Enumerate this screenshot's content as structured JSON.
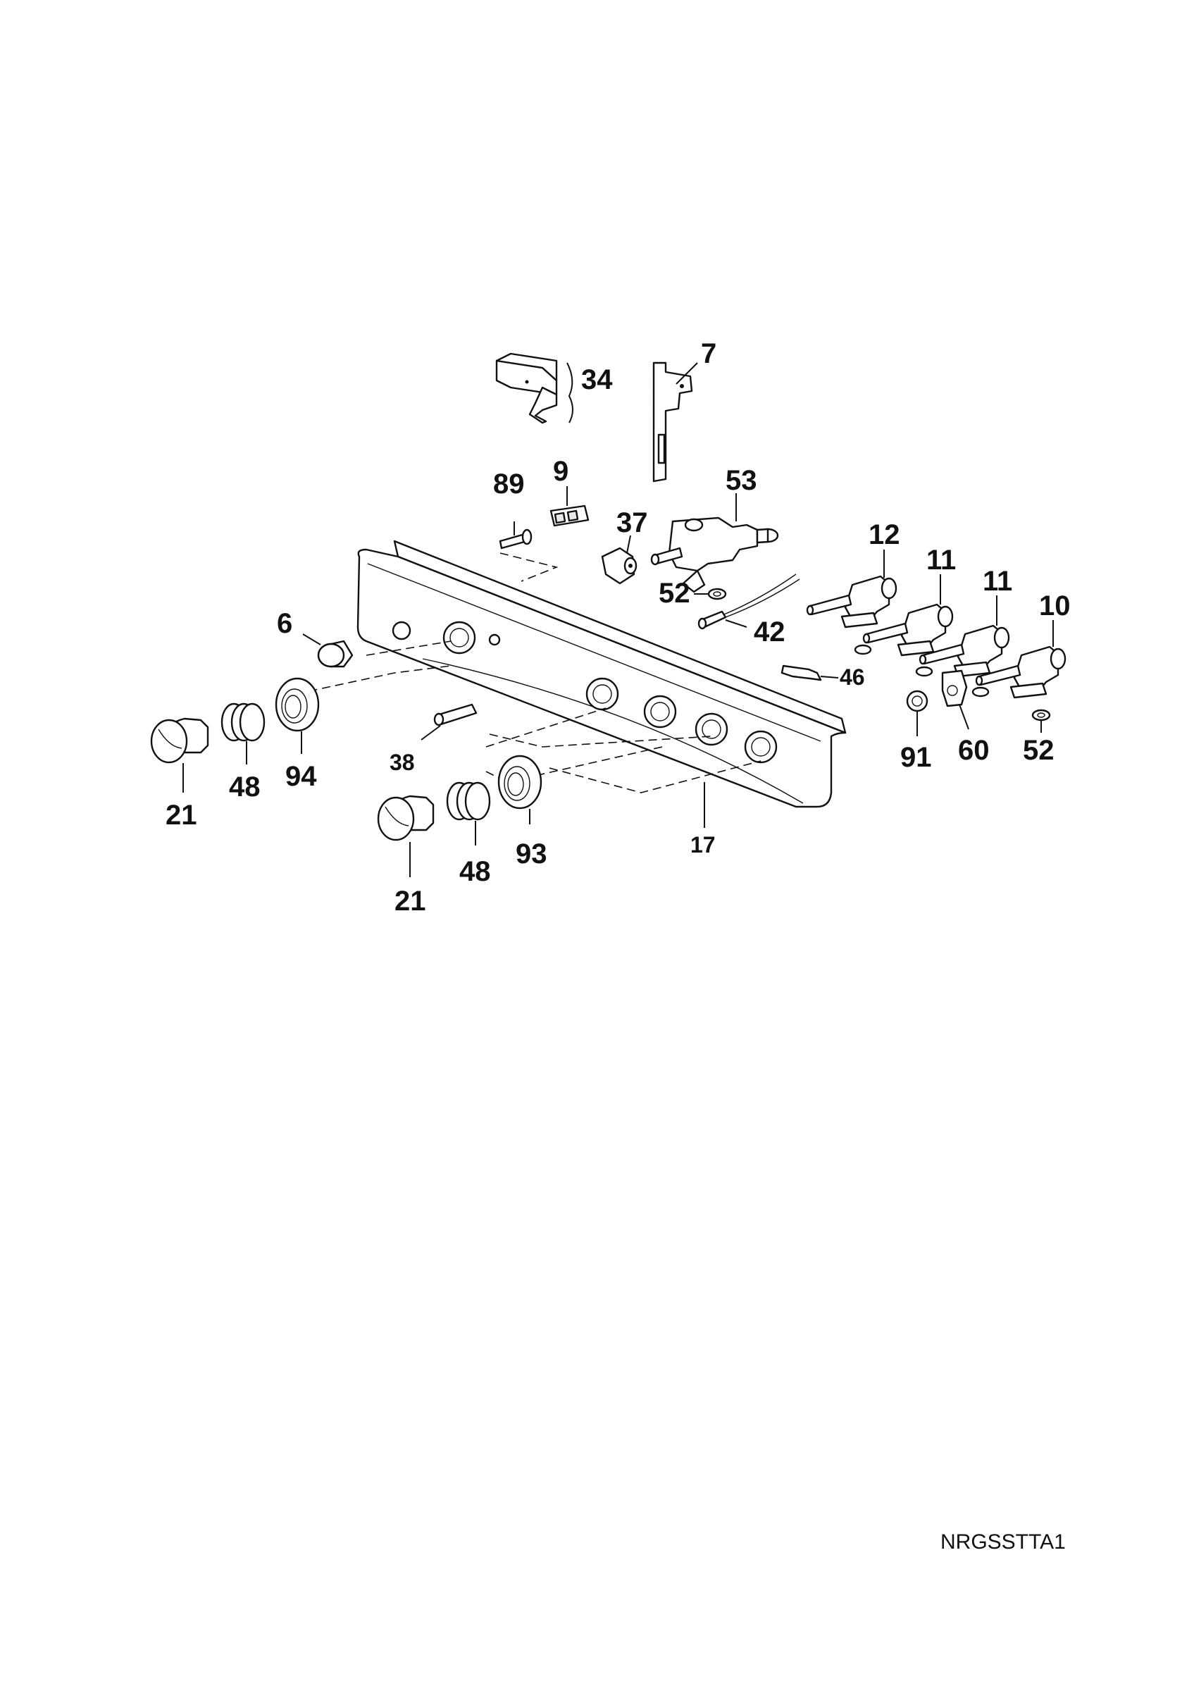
{
  "diagram": {
    "drawing_code": "NRGSSTTA1",
    "callouts": {
      "c34": "34",
      "c7": "7",
      "c89": "89",
      "c9": "9",
      "c53": "53",
      "c37": "37",
      "c52a": "52",
      "c42": "42",
      "c12": "12",
      "c11a": "11",
      "c11b": "11",
      "c10": "10",
      "c6": "6",
      "c46": "46",
      "c91": "91",
      "c60": "60",
      "c52b": "52",
      "c38": "38",
      "c21a": "21",
      "c48a": "48",
      "c94": "94",
      "c17": "17",
      "c21b": "21",
      "c48b": "48",
      "c93": "93"
    }
  }
}
